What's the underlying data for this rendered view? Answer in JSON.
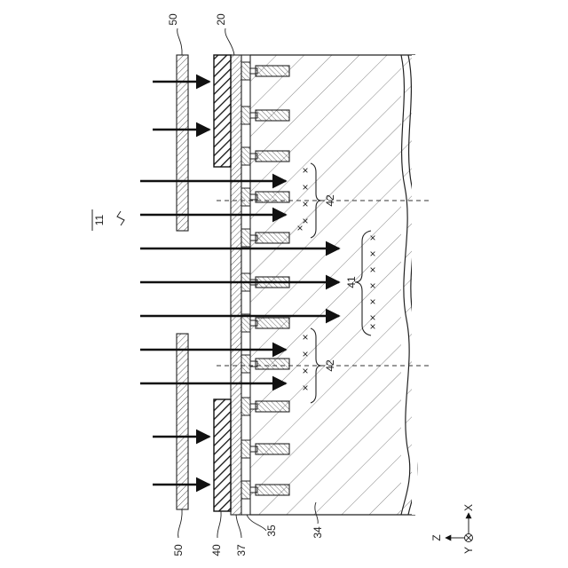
{
  "figure_number": "11",
  "labels": {
    "mask": "50",
    "layer_20": "20",
    "layer_40": "40",
    "layer_37": "37",
    "layer_35": "35",
    "substrate": "34",
    "region_41": "41",
    "region_42": "42"
  },
  "axes": {
    "z": "Z",
    "x": "X",
    "y": "Y"
  },
  "mark_symbol": "×",
  "colors": {
    "line": "#222222",
    "hatch": "#555555",
    "background": "#ffffff"
  }
}
